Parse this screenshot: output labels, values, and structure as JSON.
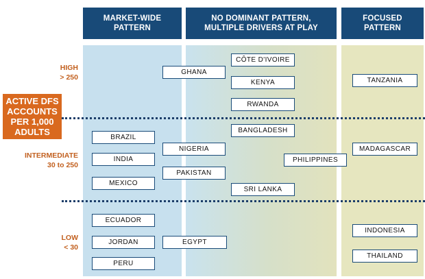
{
  "columns": {
    "market_wide": "MARKET-WIDE\nPATTERN",
    "no_dominant": "NO DOMINANT PATTERN,\nMULTIPLE DRIVERS AT PLAY",
    "focused": "FOCUSED\nPATTERN"
  },
  "axis_title": "ACTIVE DFS\nACCOUNTS\nPER 1,000\nADULTS",
  "rows": {
    "high": "HIGH\n> 250",
    "intermediate": "INTERMEDIATE\n30 to 250",
    "low": "LOW\n< 30"
  },
  "countries": {
    "ghana": "GHANA",
    "cote_divoire": "CÔTE D'IVOIRE",
    "kenya": "KENYA",
    "rwanda": "RWANDA",
    "tanzania": "TANZANIA",
    "bangladesh": "BANGLADESH",
    "brazil": "BRAZIL",
    "nigeria": "NIGERIA",
    "madagascar": "MADAGASCAR",
    "india": "INDIA",
    "philippines": "PHILIPPINES",
    "pakistan": "PAKISTAN",
    "mexico": "MEXICO",
    "sri_lanka": "SRI LANKA",
    "ecuador": "ECUADOR",
    "indonesia": "INDONESIA",
    "jordan": "JORDAN",
    "egypt": "EGYPT",
    "thailand": "THAILAND",
    "peru": "PERU"
  },
  "colors": {
    "header": "#184a78",
    "accent": "#d9691f",
    "row_label": "#c2601f",
    "market_bg": "#c7e0ee",
    "focused_bg": "#e6e6bf"
  }
}
